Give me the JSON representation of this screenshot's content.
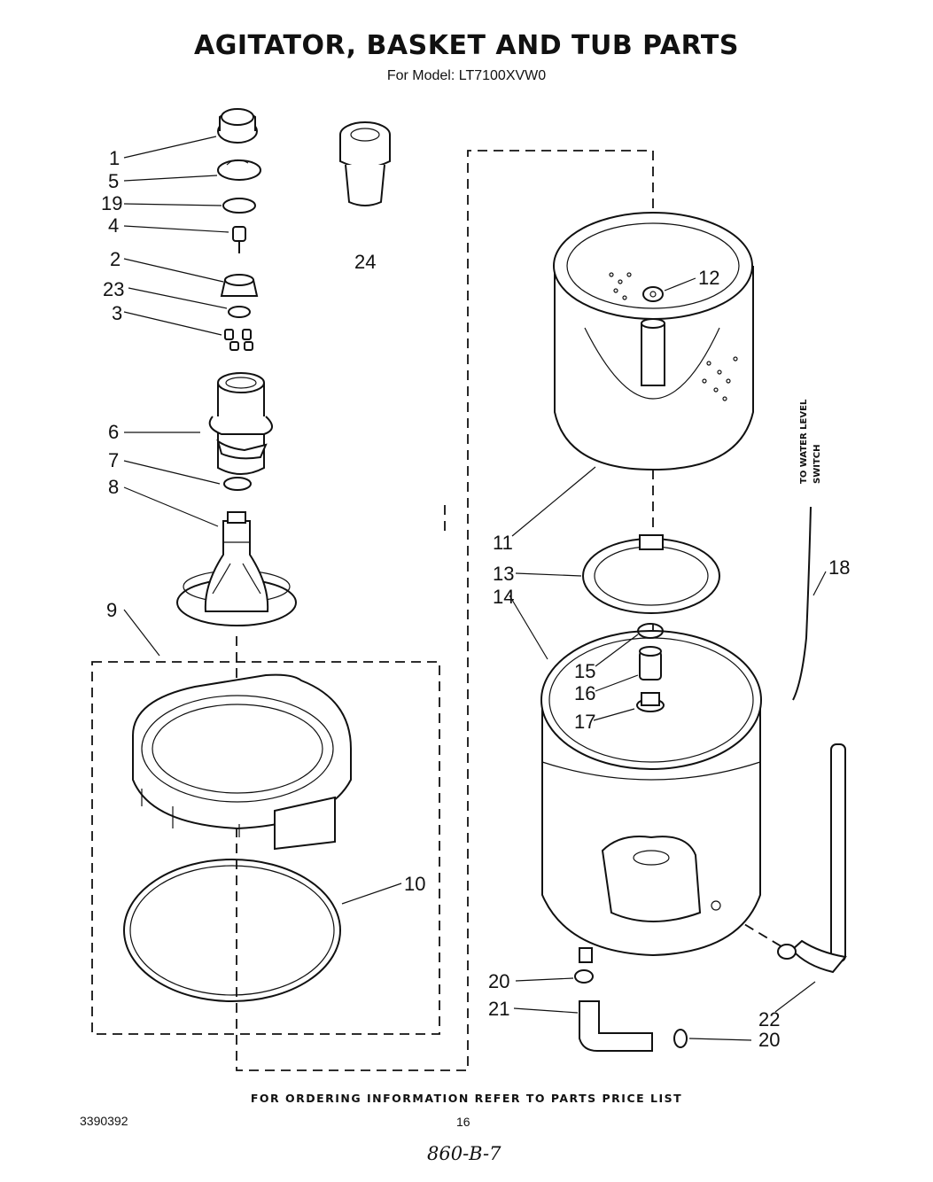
{
  "header": {
    "title": "AGITATOR, BASKET AND TUB PARTS",
    "subtitle": "For Model: LT7100XVW0"
  },
  "callouts": {
    "c1": "1",
    "c5": "5",
    "c19": "19",
    "c4": "4",
    "c2": "2",
    "c23": "23",
    "c3": "3",
    "c6": "6",
    "c7": "7",
    "c8": "8",
    "c9": "9",
    "c10": "10",
    "c24": "24",
    "c12": "12",
    "c11": "11",
    "c13": "13",
    "c14": "14",
    "c15": "15",
    "c16": "16",
    "c17": "17",
    "c18": "18",
    "c20a": "20",
    "c21": "21",
    "c22": "22",
    "c20b": "20"
  },
  "side_label": {
    "line1": "TO WATER LEVEL",
    "line2": "SWITCH"
  },
  "footer": {
    "note": "FOR ORDERING INFORMATION REFER TO PARTS PRICE LIST",
    "doc_number": "3390392",
    "page_number": "16",
    "handwritten": "860-B-7"
  }
}
